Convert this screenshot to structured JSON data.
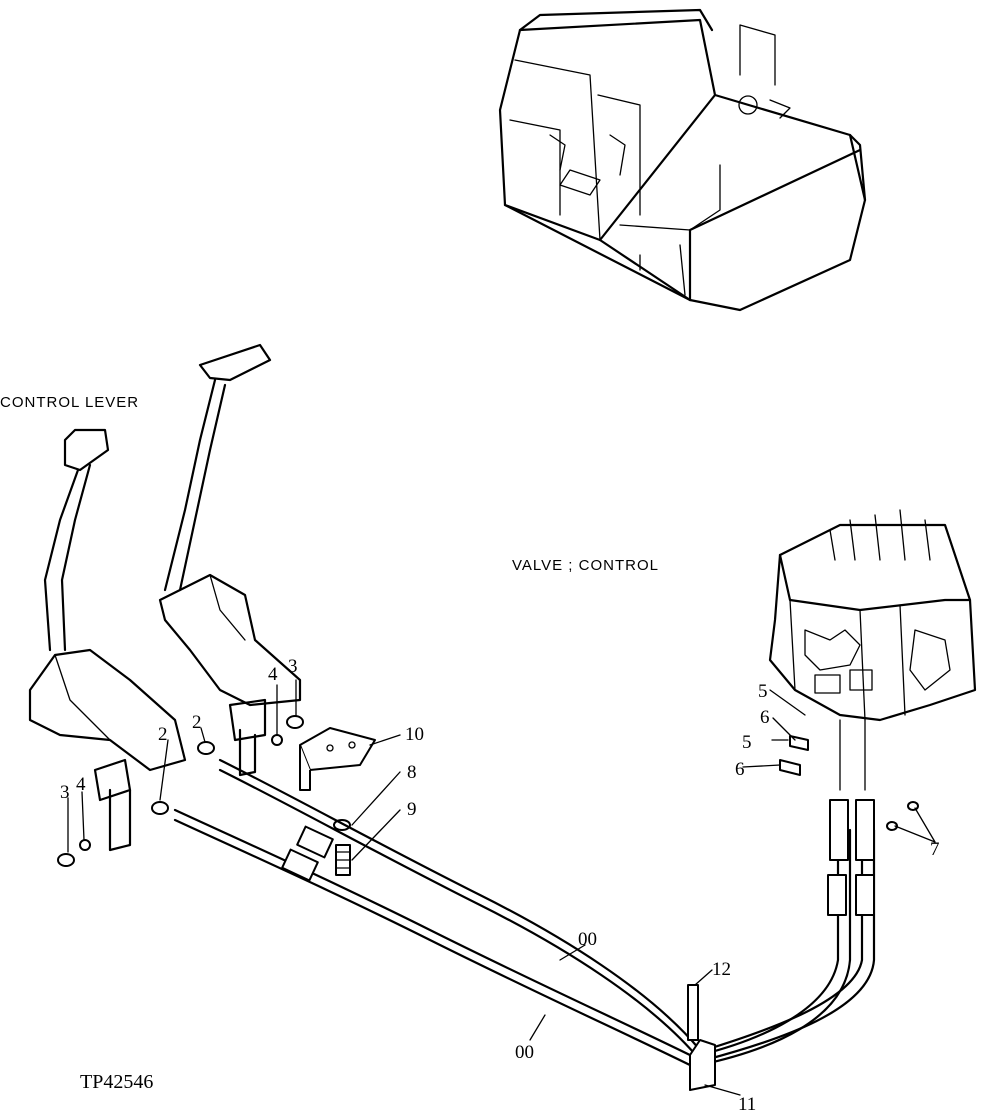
{
  "labels": {
    "control_lever": "CONTROL LEVER",
    "valve_control": "VALVE ; CONTROL",
    "figure_code": "TP42546"
  },
  "callouts": {
    "c2a": "2",
    "c2b": "2",
    "c3a": "3",
    "c3b": "3",
    "c4a": "4",
    "c4b": "4",
    "c5a": "5",
    "c5b": "5",
    "c6a": "6",
    "c6b": "6",
    "c7": "7",
    "c8": "8",
    "c9": "9",
    "c10": "10",
    "c11": "11",
    "c12": "12",
    "c00a": "00",
    "c00b": "00"
  }
}
